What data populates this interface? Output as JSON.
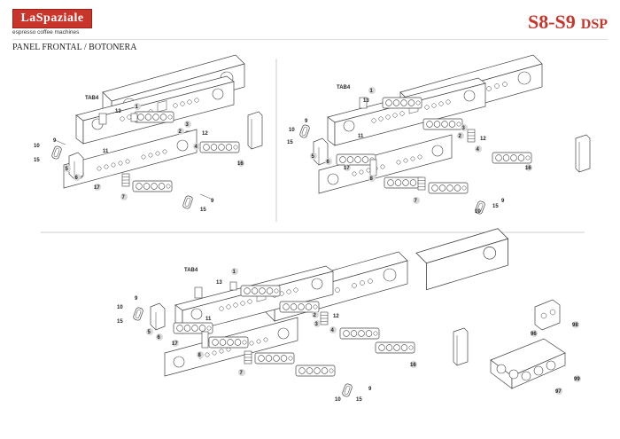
{
  "header": {
    "brand": "LaSpaziale",
    "tagline": "espresso coffee machines",
    "model_main": "S8-S9",
    "model_sub": "DSP",
    "section_title": "PANEL FRONTAL / BOTONERA"
  },
  "colors": {
    "brand_red": "#c8352b",
    "line": "#444444",
    "badge": "#d9d9d9"
  },
  "diagram_top_left": {
    "tab_label": "TAB4",
    "callouts": [
      "1",
      "2",
      "3",
      "4",
      "5",
      "6",
      "7",
      "9",
      "9",
      "10",
      "11",
      "12",
      "13",
      "15",
      "15",
      "16",
      "17"
    ]
  },
  "diagram_top_right": {
    "tab_label": "TAB4",
    "callouts": [
      "1",
      "2",
      "3",
      "4",
      "5",
      "6",
      "7",
      "8",
      "9",
      "9",
      "10",
      "10",
      "11",
      "12",
      "13",
      "15",
      "15",
      "16",
      "17"
    ]
  },
  "diagram_bottom": {
    "tab_label": "TAB4",
    "callouts": [
      "1",
      "2",
      "3",
      "4",
      "5",
      "6",
      "7",
      "8",
      "9",
      "9",
      "10",
      "10",
      "11",
      "12",
      "13",
      "15",
      "15",
      "16",
      "17",
      "96",
      "97",
      "98",
      "99"
    ]
  }
}
